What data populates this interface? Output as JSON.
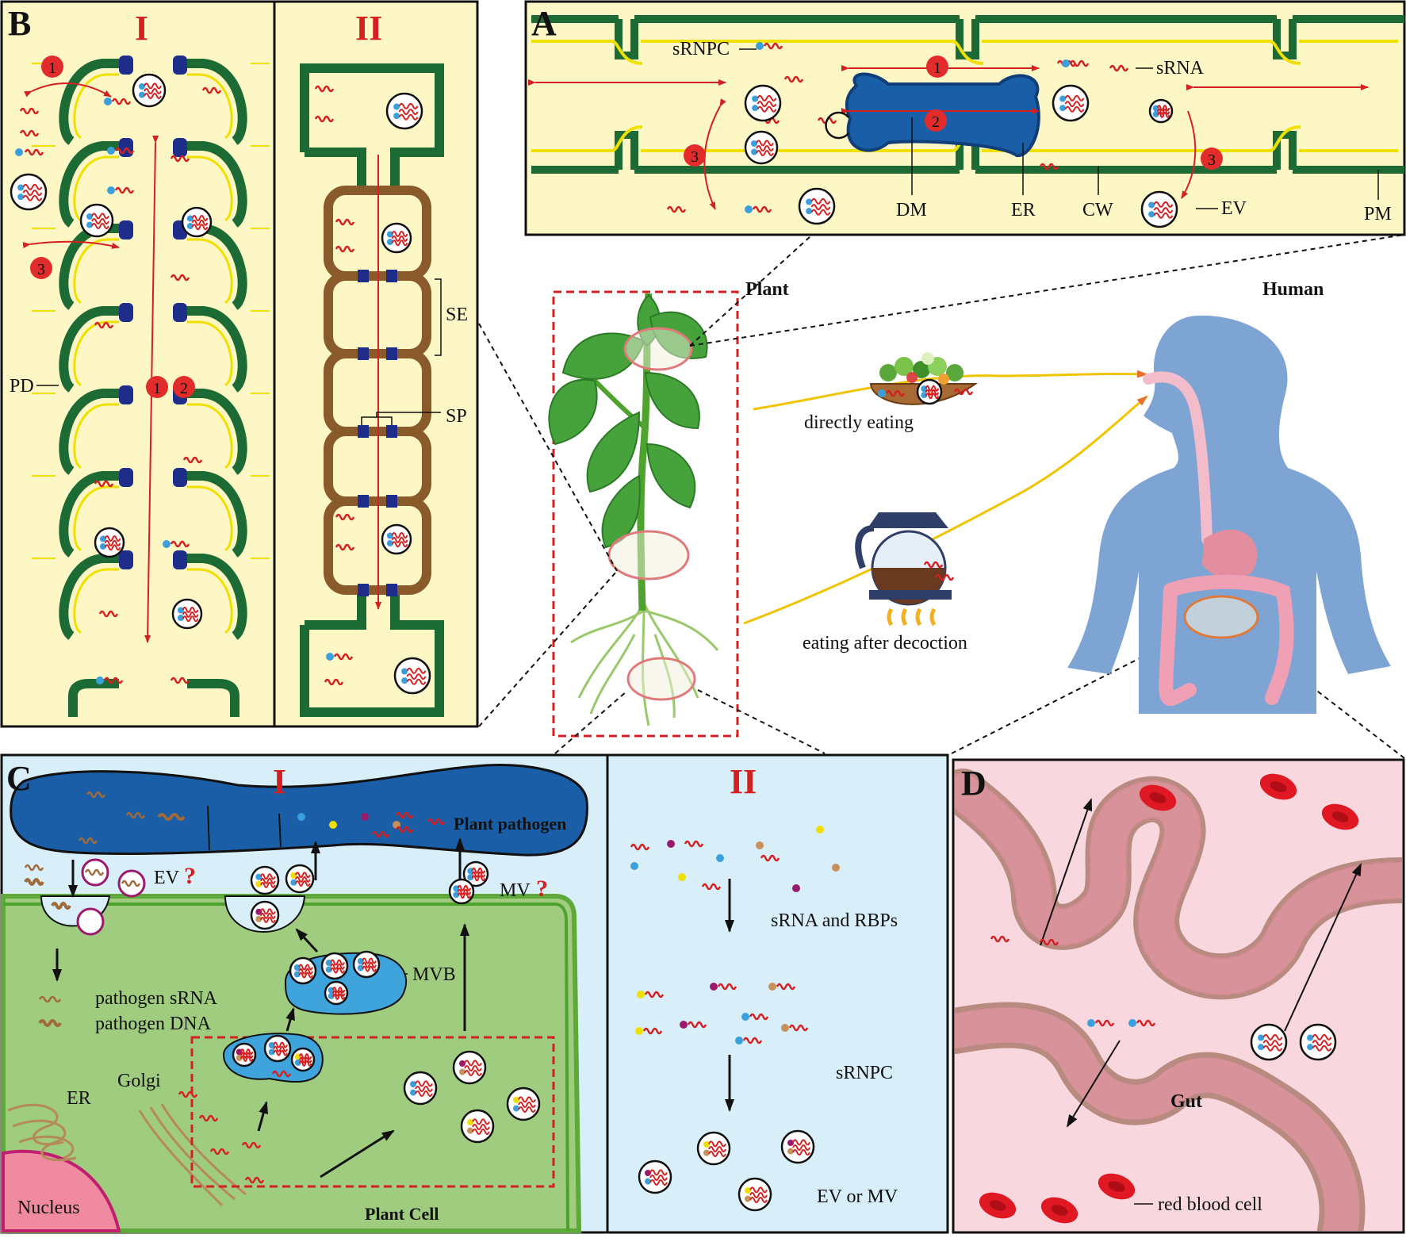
{
  "panels": {
    "A": {
      "letter": "A",
      "labels": {
        "srnpc": "sRNPC",
        "srna": "sRNA",
        "dm": "DM",
        "er": "ER",
        "cw": "CW",
        "ev": "EV",
        "pm": "PM"
      },
      "steps": [
        "1",
        "2",
        "3"
      ]
    },
    "B": {
      "letter": "B",
      "sub1": "I",
      "sub2": "II",
      "labels": {
        "pd": "PD",
        "se": "SE",
        "sp": "SP"
      },
      "steps": [
        "1",
        "2",
        "3"
      ]
    },
    "C": {
      "letter": "C",
      "sub1": "I",
      "sub2": "II",
      "labels": {
        "plant_pathogen": "Plant pathogen",
        "ev": "EV",
        "mv": "MV",
        "mvb": "MVB",
        "pathogen_srna": "pathogen sRNA",
        "pathogen_dna": "pathogen DNA",
        "er": "ER",
        "golgi": "Golgi",
        "nucleus": "Nucleus",
        "plant_cell": "Plant Cell",
        "srna_rbps": "sRNA and RBPs",
        "srnpc": "sRNPC",
        "ev_or_mv": "EV or MV",
        "question": "?"
      }
    },
    "D": {
      "letter": "D",
      "labels": {
        "gut": "Gut",
        "red_blood_cell": "red blood cell"
      }
    }
  },
  "center": {
    "plant": "Plant",
    "human": "Human",
    "directly_eating": "directly eating",
    "eating_after_decoction": "eating after decoction"
  },
  "colors": {
    "cell_wall": "#1c6b35",
    "membrane": "#f0e000",
    "panel_yellow": "#fdf7c6",
    "er_blue": "#1a5ea8",
    "red_arrow": "#d42020",
    "sieve_brown": "#8b5a2b",
    "plate_navy": "#1e2d8a",
    "panel_cyan": "#d8eef8",
    "cell_green": "#9fcc7e",
    "gut_pink": "#f8d8de",
    "human_blue": "#7ea4d4"
  }
}
